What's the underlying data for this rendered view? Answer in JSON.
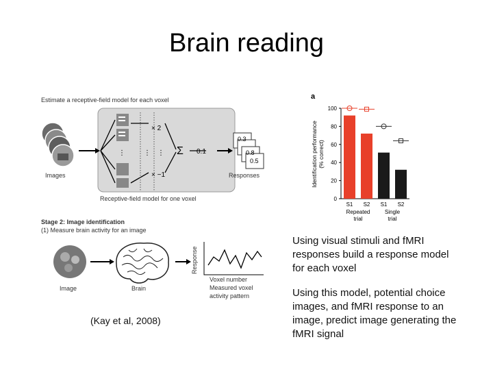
{
  "slide": {
    "title": "Brain reading",
    "citation": "(Kay et al, 2008)",
    "captions": [
      "Using visual stimuli and fMRI responses build a response model for each voxel",
      "Using this model, potential choice images, and fMRI response to an image, predict image generating the fMRI signal"
    ]
  },
  "figure": {
    "stage1": {
      "heading": "Estimate a receptive-field model for each voxel",
      "images_label": "Images",
      "responses_label": "Responses",
      "model_label": "Receptive-field model for one voxel",
      "weights": [
        "× 2",
        "× −1"
      ],
      "sum_symbol": "Σ",
      "output_value": "0.1",
      "response_values": [
        "0.3",
        "0.8",
        "0.5"
      ],
      "dots": "⋮"
    },
    "stage2": {
      "heading": "Stage 2: Image identification",
      "subheading": "(1) Measure brain activity for an image",
      "image_label": "Image",
      "brain_label": "Brain",
      "response_axis": "Response",
      "voxel_axis": "Voxel number",
      "pattern_label_1": "Measured voxel",
      "pattern_label_2": "activity pattern"
    }
  },
  "chart_data": {
    "type": "bar",
    "panel_label": "a",
    "ylabel_1": "Identification performance",
    "ylabel_2": "(% correct)",
    "ylim": [
      0,
      100
    ],
    "yticks": [
      "0",
      "20",
      "40",
      "60",
      "80",
      "100"
    ],
    "categories": [
      "S1",
      "S2",
      "S1",
      "S2"
    ],
    "groups": [
      {
        "line1": "Repeated",
        "line2": "trial"
      },
      {
        "line1": "Single",
        "line2": "trial"
      }
    ],
    "values": [
      92,
      72,
      51,
      32
    ],
    "markers": [
      100,
      99,
      80,
      64
    ],
    "colors": [
      "#e8402a",
      "#e8402a",
      "#1a1a1a",
      "#1a1a1a"
    ]
  }
}
